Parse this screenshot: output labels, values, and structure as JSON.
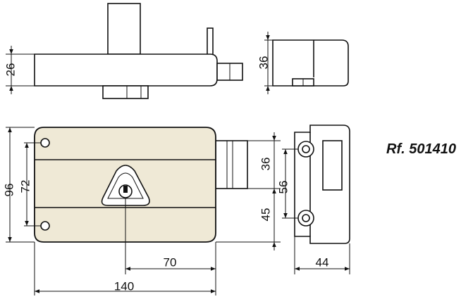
{
  "reference": "Rf. 501410",
  "top_view": {
    "dim_height": "26"
  },
  "side_view_top": {
    "dim_height": "36"
  },
  "front_view": {
    "dim_total_height": "96",
    "dim_hole_spacing": "72",
    "dim_bolt_height": "36",
    "dim_bolt_offset": "45",
    "dim_key_offset": "70",
    "dim_width": "140"
  },
  "side_view": {
    "dim_hole_spacing": "56",
    "dim_depth": "44"
  },
  "colors": {
    "body_fill": "#efe9d6",
    "line": "#111111"
  }
}
